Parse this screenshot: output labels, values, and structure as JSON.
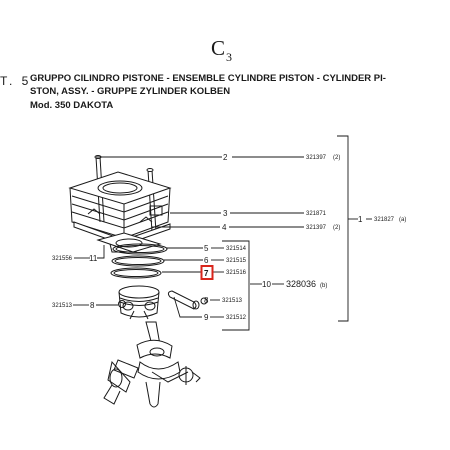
{
  "header": {
    "page_code": "C",
    "page_code_sub": "3",
    "section_number": "T. 5",
    "title_line_1": "GRUPPO CILINDRO PISTONE - ENSEMBLE CYLINDRE PISTON - CYLINDER PI-",
    "title_line_2": "STON, ASSY. - GRUPPE ZYLINDER KOLBEN",
    "model": "Mod. 350 DAKOTA"
  },
  "parts": {
    "r1": {
      "ref": "1",
      "code": "321827",
      "note": "(a)"
    },
    "r2": {
      "ref": "2",
      "code": "321397",
      "note": "(2)"
    },
    "r3": {
      "ref": "3",
      "code": "321871"
    },
    "r4": {
      "ref": "4",
      "code": "321397",
      "note": "(2)"
    },
    "r5": {
      "ref": "5",
      "code": "321514"
    },
    "r6": {
      "ref": "6",
      "code": "321515"
    },
    "r7": {
      "ref": "7",
      "code": "321516",
      "highlighted": true
    },
    "r8a": {
      "ref": "8",
      "code": "321513"
    },
    "r8b": {
      "ref": "8",
      "code": "321513"
    },
    "r9": {
      "ref": "9",
      "code": "321512"
    },
    "r10": {
      "ref": "10",
      "code": "328036",
      "note": "(b)"
    },
    "r11": {
      "ref": "11",
      "code": "321556"
    }
  },
  "colors": {
    "ink": "#1a1a1a",
    "highlight": "#d9261c",
    "paper": "#ffffff"
  },
  "icons": [
    "cylinder-icon",
    "gasket-icon",
    "piston-ring-icon",
    "piston-icon",
    "piston-pin-icon",
    "circlip-icon",
    "crankshaft-icon",
    "stud-icon"
  ]
}
